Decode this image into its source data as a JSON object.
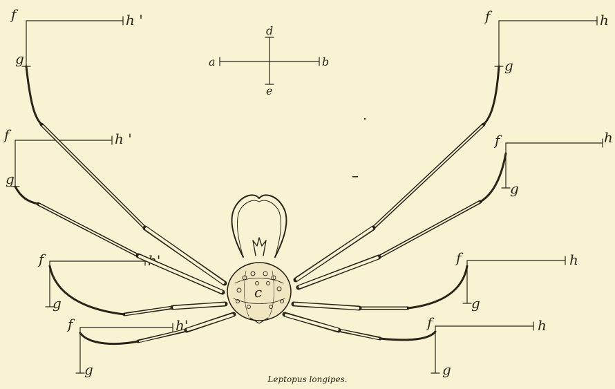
{
  "caption": "Leptopus longipes.",
  "labels": {
    "f": "f",
    "g": "g",
    "h": "h",
    "h_prime": "h'",
    "h_prime_spaced": "h '",
    "a": "a",
    "b": "b",
    "d": "d",
    "e": "e",
    "c": "c"
  },
  "colors": {
    "paper": "#f9f3d4",
    "ink": "#2a2418",
    "body_fill": "#f0e7c2"
  }
}
